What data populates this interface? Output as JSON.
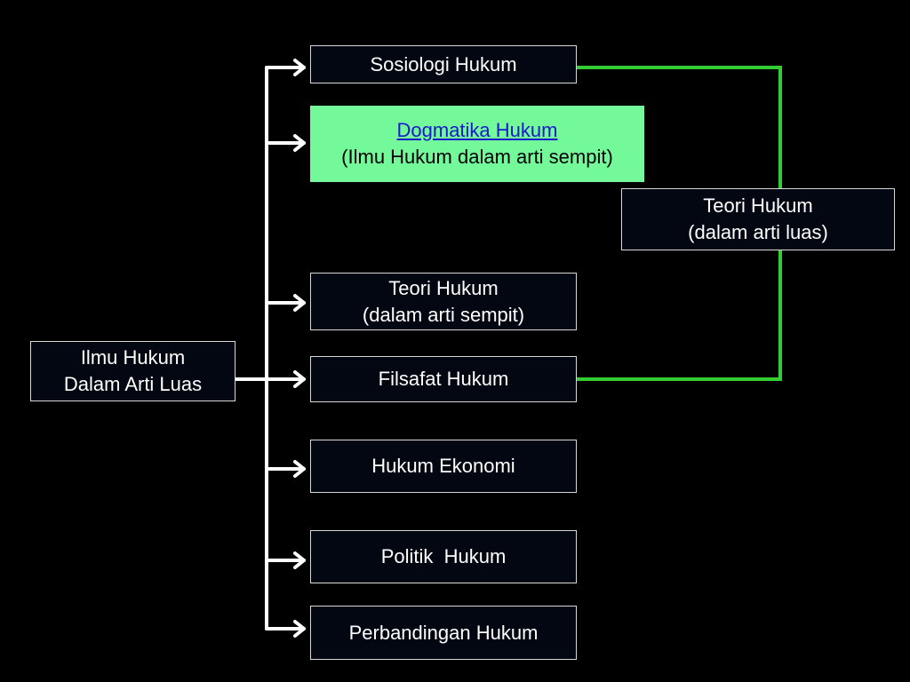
{
  "colors": {
    "background": "#000000",
    "box_fill": "#020712",
    "box_border": "#d8d8d8",
    "box_text": "#ffffff",
    "highlight_fill": "#73f99a",
    "link_text": "#1a1acc",
    "white_connector": "#ffffff",
    "green_connector": "#33cc33"
  },
  "root": {
    "line1": "Ilmu Hukum",
    "line2": "Dalam Arti Luas"
  },
  "branches": {
    "sosiologi": "Sosiologi Hukum",
    "dogmatika_link": "Dogmatika Hukum",
    "dogmatika_sub": "(Ilmu Hukum dalam arti sempit)",
    "teori_sempit_line1": "Teori Hukum",
    "teori_sempit_line2": "(dalam arti sempit)",
    "filsafat": "Filsafat Hukum",
    "ekonomi": "Hukum Ekonomi",
    "politik": "Politik  Hukum",
    "perbandingan": "Perbandingan Hukum"
  },
  "side": {
    "teori_luas_line1": "Teori Hukum",
    "teori_luas_line2": "(dalam arti luas)"
  }
}
